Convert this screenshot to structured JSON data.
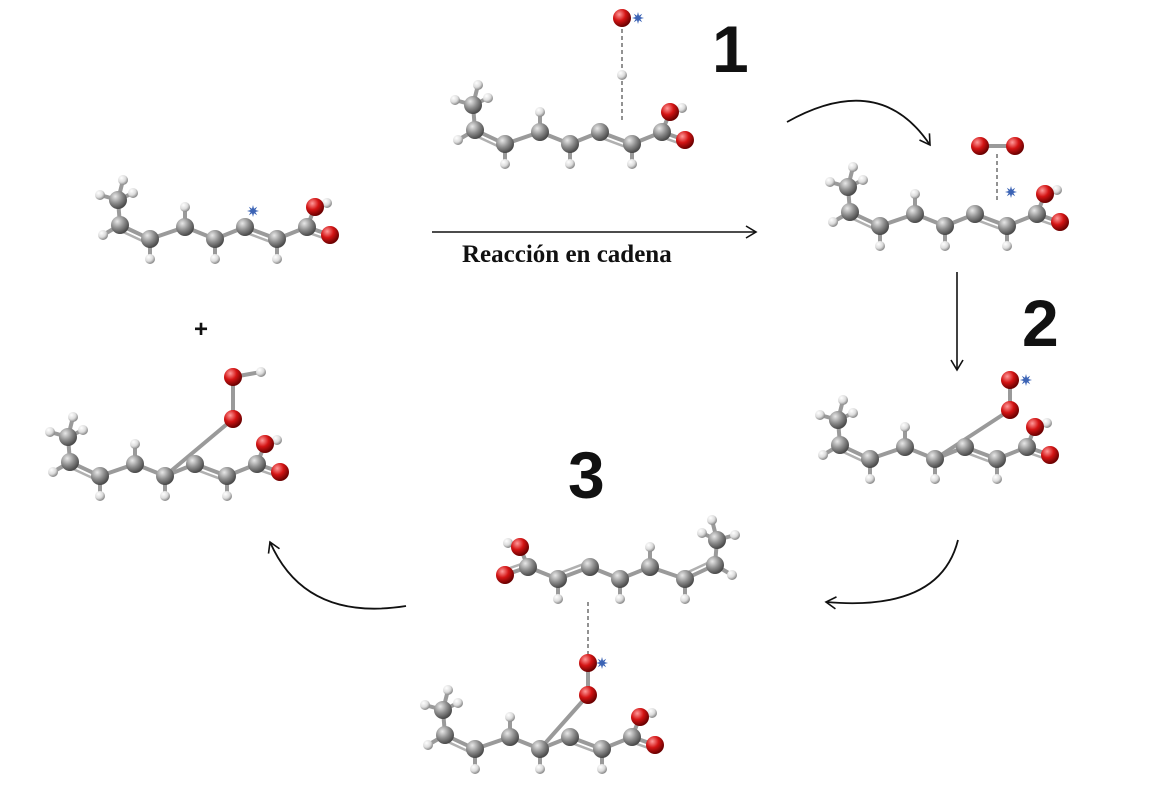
{
  "labels": {
    "step1": "1",
    "step2": "2",
    "step3": "3",
    "reaction": "Reacción en cadena",
    "plus": "+"
  },
  "colors": {
    "carbon": "#8c8c8c",
    "hydrogen": "#e6e6e6",
    "oxygen": "#d41414",
    "radical": "#3b63b5",
    "bond": "#9a9a9a",
    "arrow": "#111111"
  },
  "radical_symbol": "asterisk-star",
  "molecules": [
    {
      "name": "molecule-fatty-acid-radical",
      "radicals": 1
    },
    {
      "name": "molecule-hydroxyl-radical-abstraction",
      "radicals": 1
    },
    {
      "name": "molecule-oxygen-addition",
      "radicals": 1
    },
    {
      "name": "molecule-peroxyl-radical",
      "radicals": 1
    },
    {
      "name": "molecule-hydrogen-abstraction-donor",
      "radicals": 0
    },
    {
      "name": "molecule-peroxyl-acceptor",
      "radicals": 1
    },
    {
      "name": "molecule-hydroperoxide",
      "radicals": 0
    }
  ]
}
